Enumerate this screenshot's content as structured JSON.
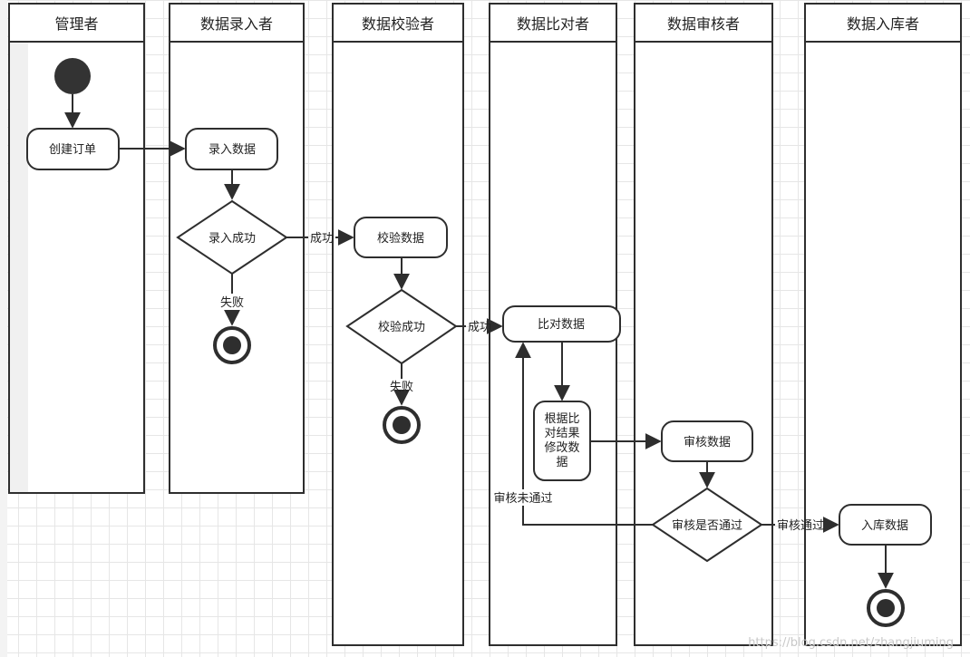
{
  "lanes": {
    "admin": "管理者",
    "entry": "数据录入者",
    "verify": "数据校验者",
    "compare": "数据比对者",
    "audit": "数据审核者",
    "store": "数据入库者"
  },
  "nodes": {
    "create_order": "创建订单",
    "enter_data": "录入数据",
    "entry_success": "录入成功",
    "verify_data": "校验数据",
    "verify_success": "校验成功",
    "compare_data": "比对数据",
    "modify_line1": "根据比",
    "modify_line2": "对结果",
    "modify_line3": "修改数",
    "modify_line4": "据",
    "audit_data": "审核数据",
    "audit_pass_q": "审核是否通过",
    "store_data": "入库数据"
  },
  "edges": {
    "success_1": "成功",
    "fail_1": "失败",
    "success_2": "成功",
    "fail_2": "失败",
    "audit_failed": "审核未通过",
    "audit_passed": "审核通过"
  },
  "watermark": "https://blog.csdn.net/zhangjiuming"
}
